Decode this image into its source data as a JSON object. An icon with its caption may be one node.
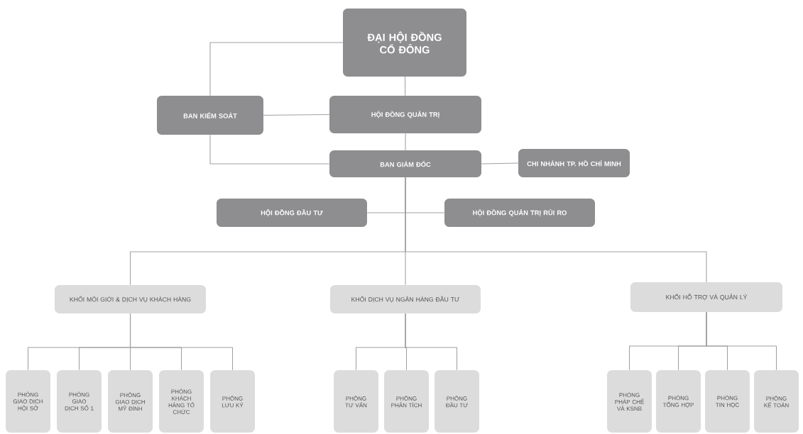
{
  "diagram": {
    "nodes": [
      {
        "text": [
          "ĐẠI HỘI ĐỒNG CỔ ĐÔNG"
        ]
      },
      {
        "text": [
          "BAN KIỂM SOÁT"
        ]
      },
      {
        "text": [
          "HỘI ĐỒNG QUẢN TRỊ"
        ]
      },
      {
        "text": [
          "BAN GIÁM ĐỐC"
        ]
      },
      {
        "text": [
          "CHI NHÁNH TP. HỒ CHÍ MINH"
        ]
      },
      {
        "text": [
          "HỘI ĐỒNG ĐẦU TƯ"
        ]
      },
      {
        "text": [
          "HỘI ĐỒNG QUẢN TRỊ RỦI RO"
        ]
      },
      {
        "text": [
          "KHỐI MÔI GIỚI & DỊCH VỤ KHÁCH HÀNG"
        ]
      },
      {
        "text": [
          "KHỐI DỊCH VỤ NGÂN HÀNG ĐẦU TƯ"
        ]
      },
      {
        "text": [
          "KHỐI HỖ TRỢ VÀ QUẢN LÝ"
        ]
      },
      {
        "text": [
          "PHÒNG GIAO DỊCH HỘI SỞ"
        ]
      },
      {
        "text": [
          "PHÒNG GIAO DỊCH SỐ 1"
        ]
      },
      {
        "text": [
          "PHÒNG GIAO DỊCH MỸ ĐÌNH"
        ]
      },
      {
        "text": [
          "PHÒNG KHÁCH HÀNG TỔ CHỨC"
        ]
      },
      {
        "text": [
          "PHÒNG LƯU KÝ"
        ]
      },
      {
        "text": [
          "PHÒNG TƯ VẤN"
        ]
      },
      {
        "text": [
          "PHÒNG PHÂN TÍCH"
        ]
      },
      {
        "text": [
          "PHÒNG ĐẦU TƯ"
        ]
      },
      {
        "text": [
          "PHÒNG PHÁP CHẾ VÀ KSNB"
        ]
      },
      {
        "text": [
          "PHÒNG TỔNG HỢP"
        ]
      },
      {
        "text": [
          "PHÒNG TIN HỌC"
        ]
      },
      {
        "text": [
          "PHÒNG KẾ TOÁN"
        ]
      }
    ],
    "edges": [
      {
        "from": 0,
        "to": 1,
        "arrow": "none"
      },
      {
        "from": 0,
        "to": 2,
        "arrow": "none"
      },
      {
        "from": 1,
        "to": 2,
        "arrow": "none"
      },
      {
        "from": 1,
        "to": 3,
        "arrow": "none"
      },
      {
        "from": 2,
        "to": 3,
        "arrow": "none"
      },
      {
        "from": 3,
        "to": 4,
        "arrow": "none"
      },
      {
        "from": 3,
        "to": 5,
        "arrow": "none"
      },
      {
        "from": 3,
        "to": 6,
        "arrow": "none"
      },
      {
        "from": 3,
        "to": 7,
        "arrow": "none"
      },
      {
        "from": 3,
        "to": 8,
        "arrow": "none"
      },
      {
        "from": 3,
        "to": 9,
        "arrow": "none"
      },
      {
        "from": 7,
        "to": 10,
        "arrow": "none"
      },
      {
        "from": 7,
        "to": 11,
        "arrow": "none"
      },
      {
        "from": 7,
        "to": 12,
        "arrow": "none"
      },
      {
        "from": 7,
        "to": 13,
        "arrow": "none"
      },
      {
        "from": 7,
        "to": 14,
        "arrow": "none"
      },
      {
        "from": 8,
        "to": 15,
        "arrow": "none"
      },
      {
        "from": 8,
        "to": 16,
        "arrow": "none"
      },
      {
        "from": 8,
        "to": 17,
        "arrow": "none"
      },
      {
        "from": 9,
        "to": 18,
        "arrow": "none"
      },
      {
        "from": 9,
        "to": 19,
        "arrow": "none"
      },
      {
        "from": 9,
        "to": 20,
        "arrow": "none"
      },
      {
        "from": 9,
        "to": 21,
        "arrow": "none"
      }
    ]
  }
}
